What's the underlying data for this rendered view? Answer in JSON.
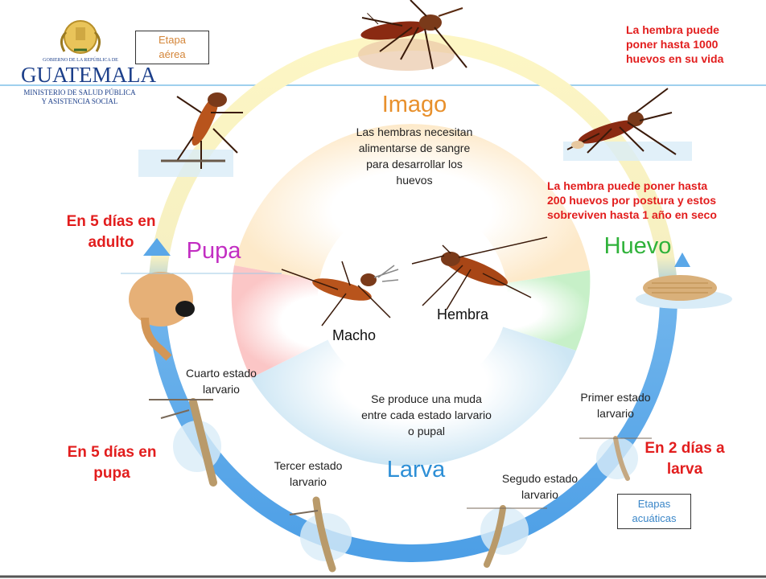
{
  "logo": {
    "top_line": "GOBIERNO DE LA REPÚBLICA DE",
    "country": "GUATEMALA",
    "ministry_line1": "MINISTERIO DE SALUD PÚBLICA",
    "ministry_line2": "Y ASISTENCIA SOCIAL"
  },
  "boxes": {
    "aerial_line1": "Etapa",
    "aerial_line2": "aérea",
    "aquatic_line1": "Etapas",
    "aquatic_line2": "acuáticas"
  },
  "stages": {
    "imago": "Imago",
    "huevo": "Huevo",
    "larva": "Larva",
    "pupa": "Pupa"
  },
  "center": {
    "macho": "Macho",
    "hembra": "Hembra"
  },
  "descriptions": {
    "imago_line1": "Las hembras necesitan",
    "imago_line2": "alimentarse de sangre",
    "imago_line3": "para desarrollar los",
    "imago_line4": "huevos",
    "larva_line1": "Se produce una muda",
    "larva_line2": "entre cada estado larvario",
    "larva_line3": "o pupal"
  },
  "larval_stages": {
    "first_line1": "Primer estado",
    "first_line2": "larvario",
    "second_line1": "Segudo estado",
    "second_line2": "larvario",
    "third_line1": "Tercer estado",
    "third_line2": "larvario",
    "fourth_line1": "Cuarto estado",
    "fourth_line2": "larvario"
  },
  "durations": {
    "adult_line1": "En 5 días en",
    "adult_line2": "adulto",
    "pupa_line1": "En 5 días en",
    "pupa_line2": "pupa",
    "larva_line1": "En 2 días a",
    "larva_line2": "larva"
  },
  "notes": {
    "lifetime_line1": "La hembra puede",
    "lifetime_line2": "poner hasta 1000",
    "lifetime_line3": "huevos en su vida",
    "per_laying_line1": "La hembra puede poner hasta",
    "per_laying_line2": "200 huevos por postura y estos",
    "per_laying_line3": "sobreviven hasta 1 año en seco"
  },
  "colors": {
    "cycle_top": "#fbf3b4",
    "cycle_bottom": "#5aa7e8",
    "imago_title": "#e8902c",
    "huevo_title": "#2fb23a",
    "larva_title": "#2d8fd6",
    "pupa_title": "#c22ec2",
    "accent_red": "#e21d1d"
  }
}
